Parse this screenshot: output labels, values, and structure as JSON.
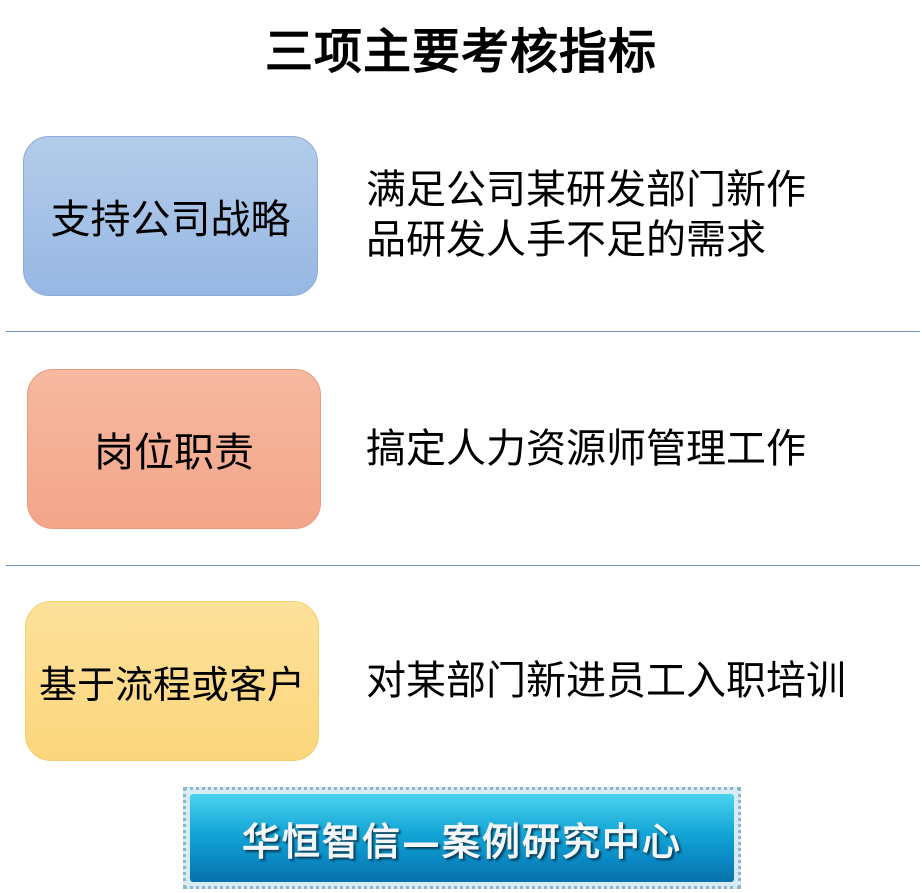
{
  "title": "三项主要考核指标",
  "rows": [
    {
      "label": "支持公司战略",
      "color": "#a9c4e8",
      "description_lines": [
        "满足公司某研发部门新作",
        "品研发人手不足的需求"
      ]
    },
    {
      "label": "岗位职责",
      "color": "#f5b096",
      "description_lines": [
        "搞定人力资源师管理工作"
      ]
    },
    {
      "label": "基于流程或客户",
      "color": "#fcdc8a",
      "description_lines": [
        "对某部门新进员工入职培训"
      ]
    }
  ],
  "banner": {
    "text": "华恒智信—案例研究中心",
    "color": "#13a5d6"
  }
}
